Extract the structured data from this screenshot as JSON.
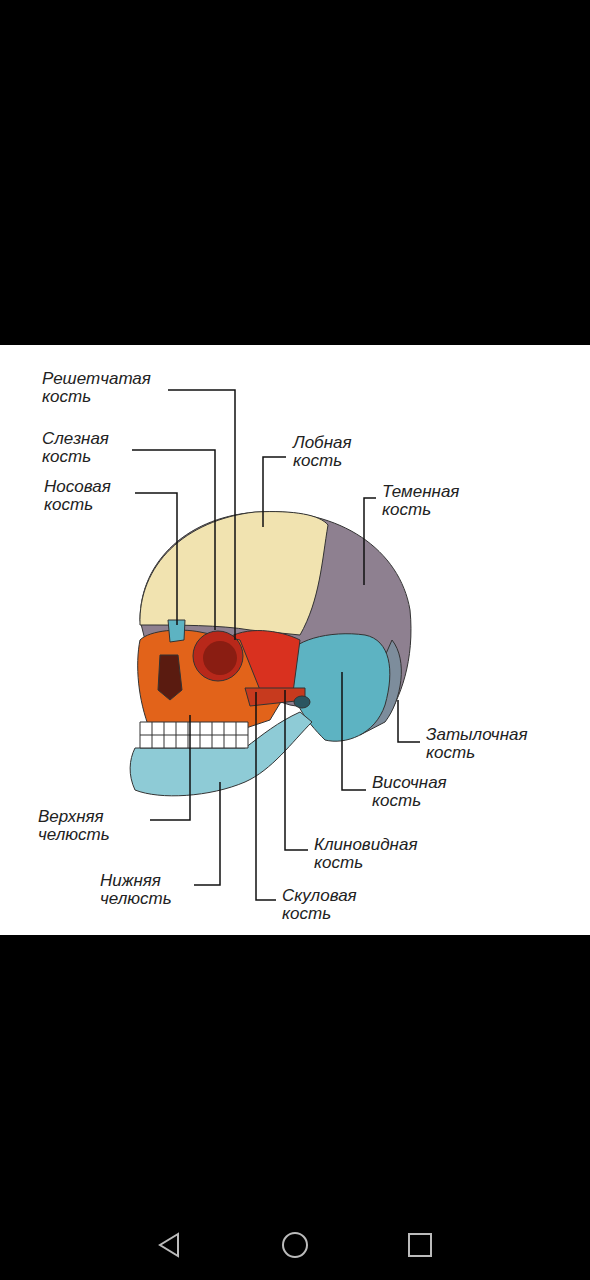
{
  "diagram": {
    "labels": [
      "Решетчатая кость",
      "Слезная кость",
      "Носовая кость",
      "Лобная кость",
      "Теменная кость",
      "Затылочная кость",
      "Височная кость",
      "Клиновидная кость",
      "Скуловая кость",
      "Верхняя челюсть",
      "Нижняя челюсть"
    ]
  }
}
